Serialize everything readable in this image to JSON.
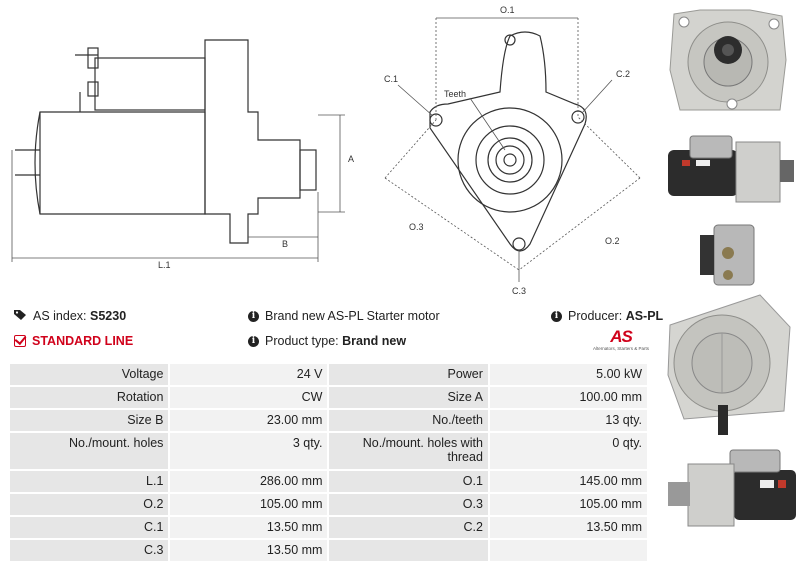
{
  "drawing": {
    "labels": {
      "a": "A",
      "b": "B",
      "l1": "L.1",
      "o1": "O.1",
      "o2": "O.2",
      "o3": "O.3",
      "c1": "C.1",
      "c2": "C.2",
      "c3": "C.3",
      "teeth": "Teeth"
    }
  },
  "info": {
    "as_index_label": "AS index:",
    "as_index_value": "S5230",
    "standard_line": "STANDARD LINE",
    "brand_text": "Brand new AS-PL Starter motor",
    "product_type_label": "Product type:",
    "product_type_value": "Brand new",
    "producer_label": "Producer:",
    "producer_value": "AS-PL",
    "logo_mark": "AS",
    "logo_sub": "Alternators, Starters & Parts"
  },
  "specs": {
    "rows": [
      {
        "l1": "Voltage",
        "v1": "24 V",
        "l2": "Power",
        "v2": "5.00 kW"
      },
      {
        "l1": "Rotation",
        "v1": "CW",
        "l2": "Size A",
        "v2": "100.00 mm"
      },
      {
        "l1": "Size B",
        "v1": "23.00 mm",
        "l2": "No./teeth",
        "v2": "13 qty."
      },
      {
        "l1": "No./mount. holes",
        "v1": "3 qty.",
        "l2": "No./mount. holes with thread",
        "v2": "0 qty."
      },
      {
        "l1": "L.1",
        "v1": "286.00 mm",
        "l2": "O.1",
        "v2": "145.00 mm"
      },
      {
        "l1": "O.2",
        "v1": "105.00 mm",
        "l2": "O.3",
        "v2": "105.00 mm"
      },
      {
        "l1": "C.1",
        "v1": "13.50 mm",
        "l2": "C.2",
        "v2": "13.50 mm"
      },
      {
        "l1": "C.3",
        "v1": "13.50 mm",
        "l2": "",
        "v2": ""
      }
    ]
  }
}
